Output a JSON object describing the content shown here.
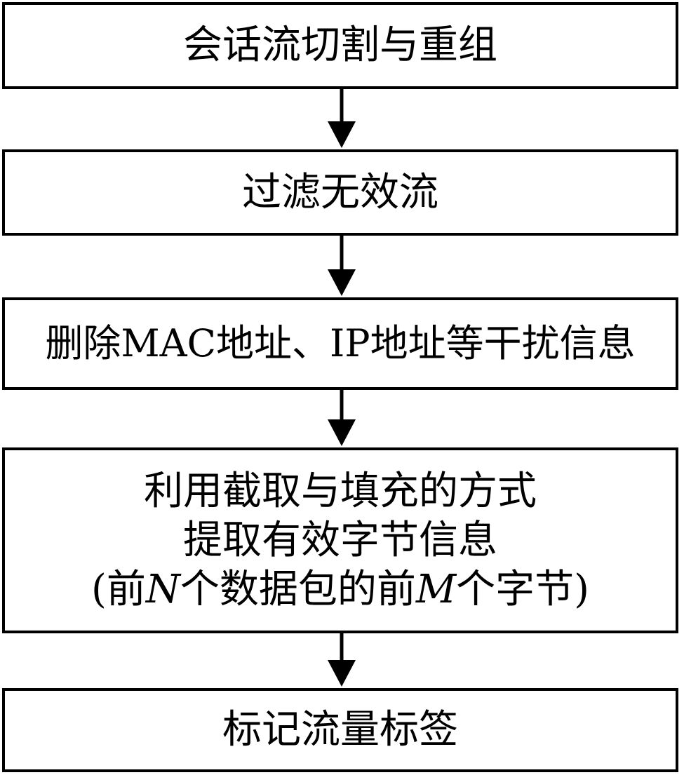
{
  "flowchart": {
    "steps": [
      {
        "id": "step1",
        "text": "会话流切割与重组"
      },
      {
        "id": "step2",
        "text": "过滤无效流"
      },
      {
        "id": "step3",
        "text": "删除MAC地址、IP地址等干扰信息"
      },
      {
        "id": "step4",
        "line1": "利用截取与填充的方式",
        "line2": "提取有效字节信息",
        "line3": {
          "part1": "(前",
          "var1": "N",
          "part2": "个数据包的前",
          "var2": "M",
          "part3": "个字节)"
        }
      },
      {
        "id": "step5",
        "text": "标记流量标签"
      }
    ],
    "colors": {
      "stroke": "#000000",
      "background": "#ffffff"
    }
  }
}
